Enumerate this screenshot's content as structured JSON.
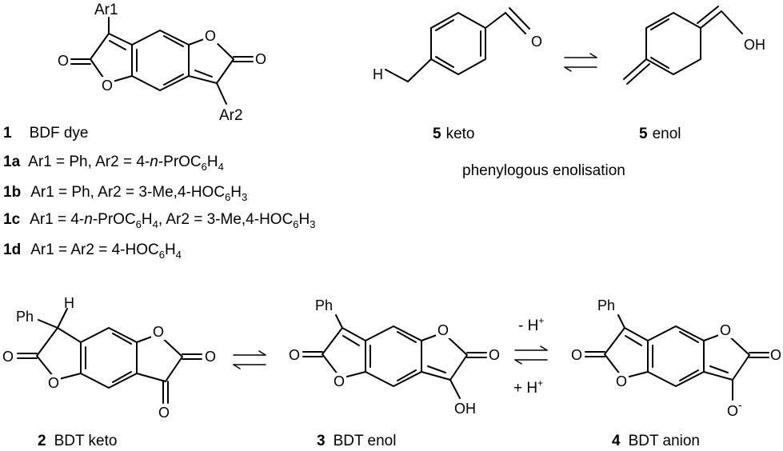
{
  "compound1": {
    "ar1": "Ar1",
    "ar2": "Ar2",
    "caption_num": "1",
    "caption_text": "BDF dye",
    "variants": [
      {
        "id": "1a",
        "text": "Ar1 = Ph, Ar2 = 4-n-PrOC6H4"
      },
      {
        "id": "1b",
        "text": "Ar1 = Ph, Ar2 = 3-Me,4-HOC6H3"
      },
      {
        "id": "1c",
        "text": "Ar1 = 4-n-PrOC6H4, Ar2 = 3-Me,4-HOC6H3"
      },
      {
        "id": "1d",
        "text": "Ar1 = Ar2 = 4-HOC6H4"
      }
    ]
  },
  "compound5": {
    "keto_num": "5",
    "keto_text": "keto",
    "enol_num": "5",
    "enol_text": "enol",
    "process": "phenylogous enolisation",
    "h_label": "H",
    "o_label": "O",
    "oh_label": "OH"
  },
  "bottom": {
    "ph": "Ph",
    "h": "H",
    "o": "O",
    "oh": "OH",
    "minus_h": "- H",
    "plus_h": "+ H",
    "c2_num": "2",
    "c2_text": "BDT keto",
    "c3_num": "3",
    "c3_text": "BDT enol",
    "c4_num": "4",
    "c4_text": "BDT anion"
  }
}
